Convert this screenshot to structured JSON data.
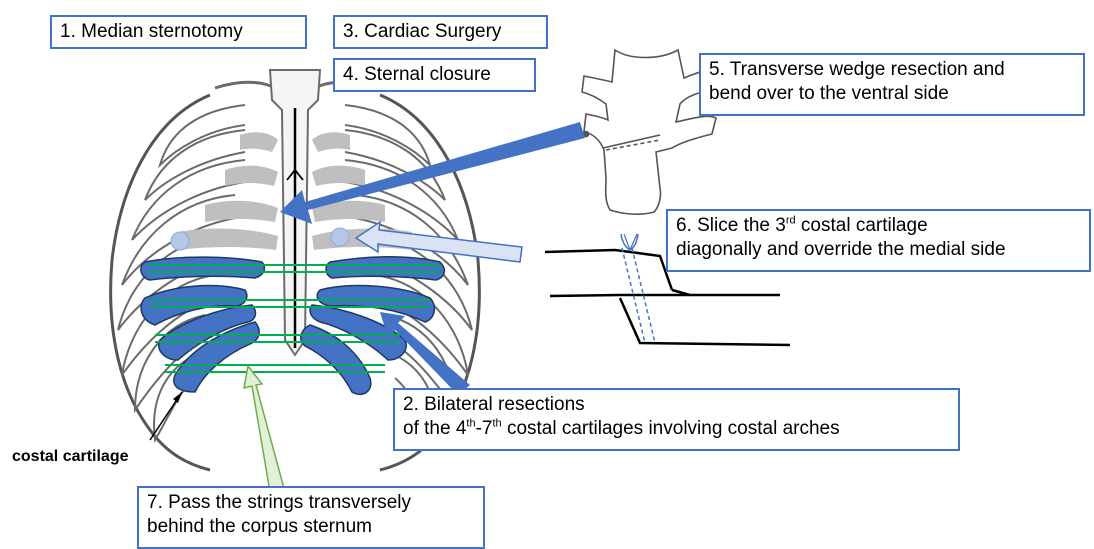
{
  "labels": {
    "step1": "1. Median sternotomy",
    "step2_line1": "2. Bilateral resections",
    "step2_pre": "of the 4",
    "step2_sup1": "th",
    "step2_dash": "-7",
    "step2_sup2": "th",
    "step2_post": " costal cartilages  involving costal arches",
    "step3": "3. Cardiac Surgery",
    "step4": "4. Sternal closure",
    "step5_line1": "5. Transverse wedge resection and",
    "step5_line2": "bend over to the ventral side",
    "step6_pre": "6. Slice the 3",
    "step6_sup": "rd",
    "step6_post": " costal cartilage",
    "step6_line2": "diagonally and override the medial side",
    "step7_line1": "7. Pass the strings transversely",
    "step7_line2": "behind the corpus sternum",
    "costal_cartilage": "costal cartilage"
  },
  "colors": {
    "box_border": "#4472c4",
    "arrow_dark_blue": "#4472c4",
    "arrow_light_blue": "#dae3f3",
    "arrow_light_green": "#e2f0d9",
    "cartilage_fill": "#4472c4",
    "string_green": "#00b050",
    "grey_cartilage": "#bfbfbf",
    "point_light_blue": "#b4c7e7"
  }
}
